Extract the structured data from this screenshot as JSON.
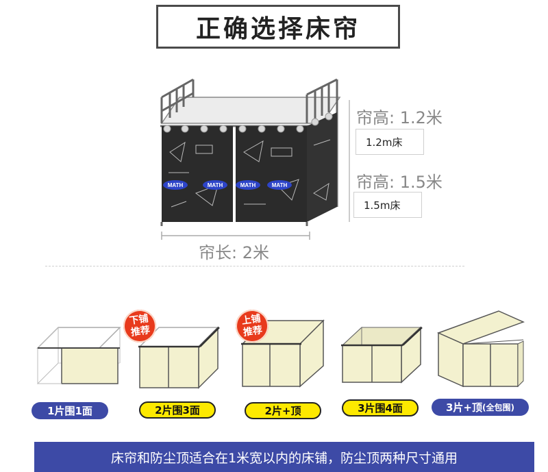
{
  "title": "正确选择床帘",
  "hero": {
    "height1_label": "帘高: 1.2米",
    "height1_box": "1.2m床",
    "height2_label": "帘高: 1.5米",
    "height2_box": "1.5m床",
    "length_label": "帘长: 2米",
    "math_label": "MATH",
    "curtain_color": "#2b2b2b"
  },
  "options": [
    {
      "label": "1片围1面",
      "style": "blue"
    },
    {
      "label": "2片围3面",
      "style": "yellow",
      "badge": [
        "下铺",
        "推荐"
      ]
    },
    {
      "label": "2片+顶",
      "style": "yellow",
      "badge": [
        "上铺",
        "推荐"
      ]
    },
    {
      "label": "3片围4面",
      "style": "yellow"
    },
    {
      "label": "3片+顶",
      "label_suffix": "(全包围)",
      "style": "blue"
    }
  ],
  "footer": "床帘和防尘顶适合在1米宽以内的床铺，防尘顶两种尺寸通用",
  "colors": {
    "accent_blue": "#3d4aa6",
    "pill_yellow": "#fde900",
    "badge_red": "#e83a1c",
    "panel_fill": "#f3f1cf"
  }
}
